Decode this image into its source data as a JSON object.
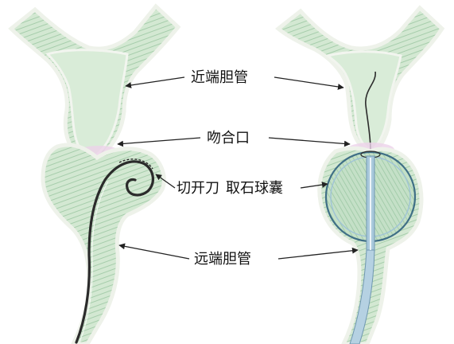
{
  "labels": {
    "proximal_duct": "近端胆管",
    "anastomosis": "吻合口",
    "sphincterotome": "切开刀",
    "stone_balloon": "取石球囊",
    "distal_duct": "远端胆管"
  },
  "colors": {
    "duct_fill": "#cfe5cf",
    "duct_stripe": "#a9cfad",
    "duct_outline": "#e9efe6",
    "duct_edge": "#8fb996",
    "anastomosis_tint": "#e9c8e6",
    "balloon_fill": "#bfdcc3",
    "balloon_ring": "#3f6f86",
    "catheter": "#2b2b2b",
    "guidewire": "#8aaec9",
    "leader_line": "#222222"
  }
}
